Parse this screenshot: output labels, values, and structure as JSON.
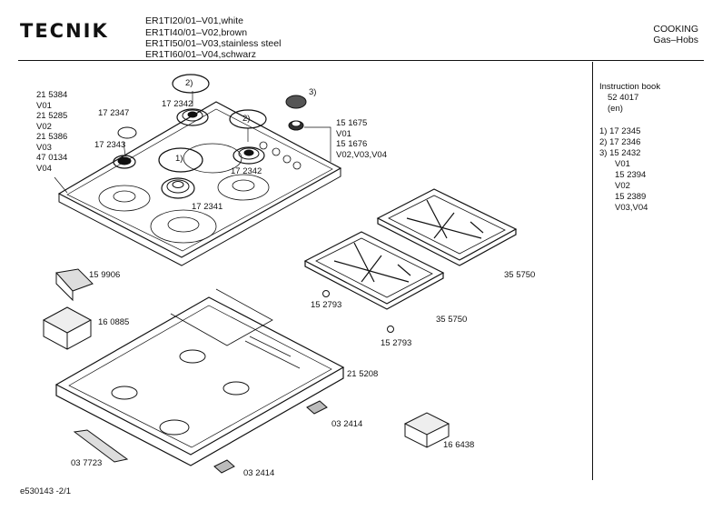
{
  "header": {
    "brand": "TECNIK",
    "models": [
      "ER1TI20/01–V01,white",
      "ER1TI40/01–V02,brown",
      "ER1TI50/01–V03,stainless steel",
      "ER1TI60/01–V04,schwarz"
    ],
    "category": "COOKING",
    "subcategory": "Gas–Hobs"
  },
  "sidebar": {
    "instruction_title": "Instruction book",
    "instruction_number": "52 4017",
    "instruction_lang": "(en)",
    "notes": [
      "1)  17 2345",
      "2)  17 2346",
      "3)  15 2432",
      "V01",
      "15 2394",
      "V02",
      "15 2389",
      "V03,V04"
    ]
  },
  "labels": {
    "left_stack": [
      "21 5384",
      "V01",
      "21 5285",
      "V02",
      "21 5386",
      "V03",
      "47 0134",
      "V04"
    ],
    "right_stack": [
      "15 1675",
      "V01",
      "15 1676",
      "V02,V03,V04"
    ],
    "p172347": "17 2347",
    "p172343": "17 2343",
    "p172342a": "17 2342",
    "p172342b": "17 2342",
    "p172341": "17 2341",
    "callout1": "1)",
    "callout2a": "2)",
    "callout2b": "2)",
    "callout3": "3)",
    "p159906": "15 9906",
    "p160885": "16 0885",
    "p152793a": "15 2793",
    "p152793b": "15 2793",
    "p355750a": "35 5750",
    "p355750b": "35 5750",
    "p215208": "21 5208",
    "p032414a": "03 2414",
    "p032414b": "03 2414",
    "p037723": "03 7723",
    "p166438": "16 6438"
  },
  "footer": {
    "code": "e530143  -2/1"
  }
}
